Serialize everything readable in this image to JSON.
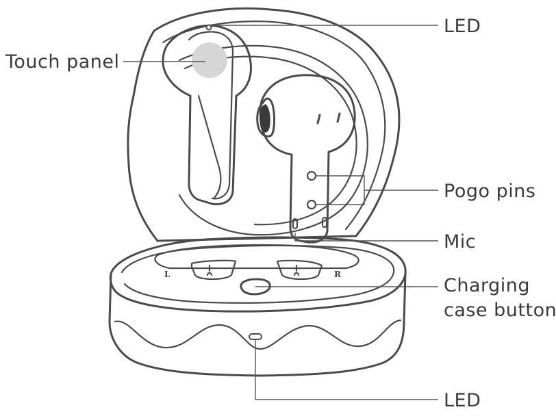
{
  "labels": {
    "led_top": "LED",
    "touch_panel": "Touch panel",
    "pogo_pins": "Pogo pins",
    "mic": "Mic",
    "charging_button_line1": "Charging",
    "charging_button_line2": "case button",
    "led_bottom": "LED"
  },
  "slot_marks": {
    "left": "L",
    "right": "R"
  },
  "colors": {
    "line": "#4a4a4a",
    "touch_panel_fill": "#d6d6d6",
    "background": "#ffffff"
  }
}
